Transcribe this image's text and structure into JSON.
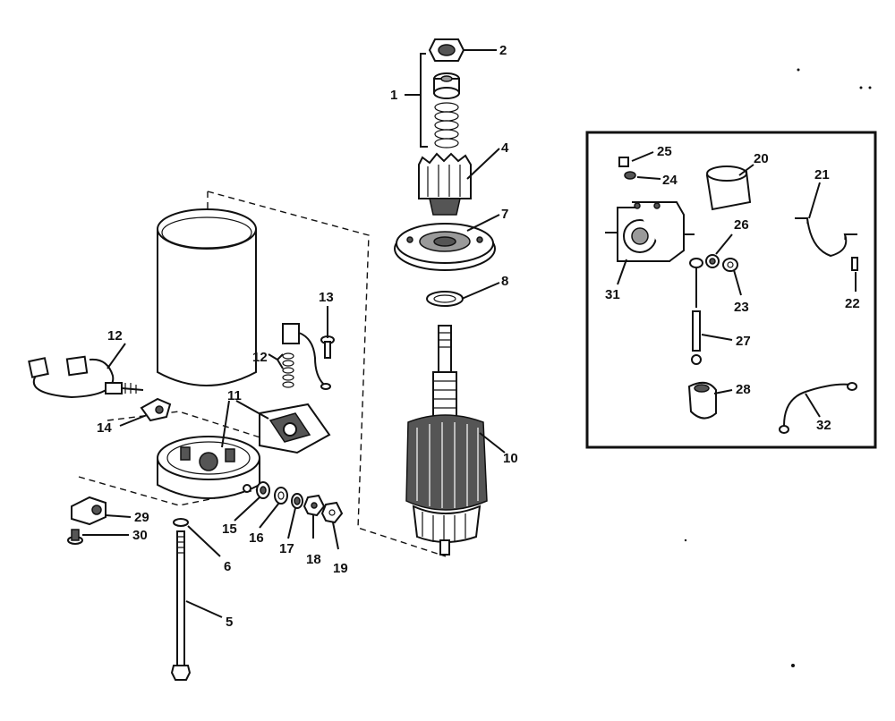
{
  "labels": {
    "l1": "1",
    "l2": "2",
    "l4": "4",
    "l5": "5",
    "l6": "6",
    "l7": "7",
    "l8": "8",
    "l10": "10",
    "l11": "11",
    "l12a": "12",
    "l12b": "12",
    "l13": "13",
    "l14": "14",
    "l15": "15",
    "l16": "16",
    "l17": "17",
    "l18": "18",
    "l19": "19",
    "l20": "20",
    "l21": "21",
    "l22": "22",
    "l23": "23",
    "l24": "24",
    "l25": "25",
    "l26": "26",
    "l27": "27",
    "l28": "28",
    "l29": "29",
    "l30": "30",
    "l31": "31",
    "l32": "32"
  }
}
